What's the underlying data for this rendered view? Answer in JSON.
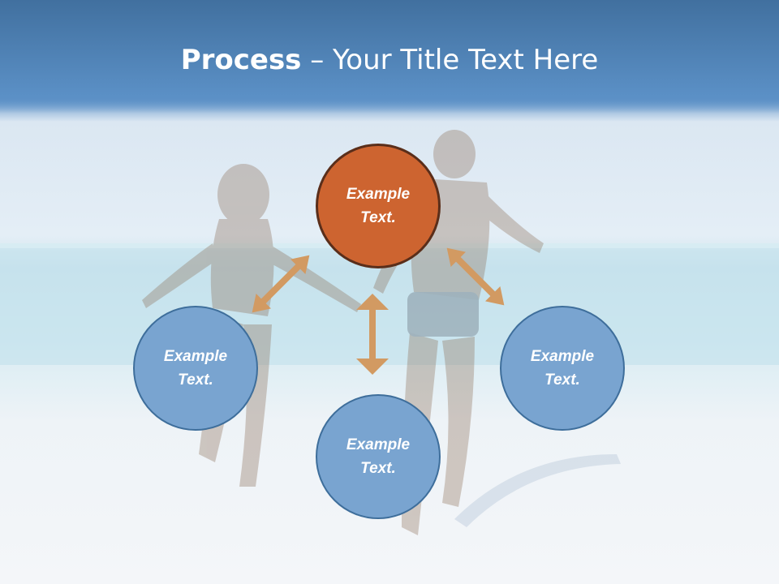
{
  "title": {
    "bold": "Process",
    "rest": " – Your Title Text Here"
  },
  "nodes": [
    {
      "id": "top",
      "line1": "Example",
      "line2": "Text."
    },
    {
      "id": "left",
      "line1": "Example",
      "line2": "Text."
    },
    {
      "id": "bottom",
      "line1": "Example",
      "line2": "Text."
    },
    {
      "id": "right",
      "line1": "Example",
      "line2": "Text."
    }
  ],
  "colors": {
    "title_band": "#4a7fb5",
    "node_blue": "#79a4d0",
    "node_blue_border": "#3e6e9b",
    "node_orange": "#cd6430",
    "node_orange_border": "#5a2e1a",
    "arrow": "#d29a62"
  },
  "background": "faded-beach-photo-couple-running"
}
